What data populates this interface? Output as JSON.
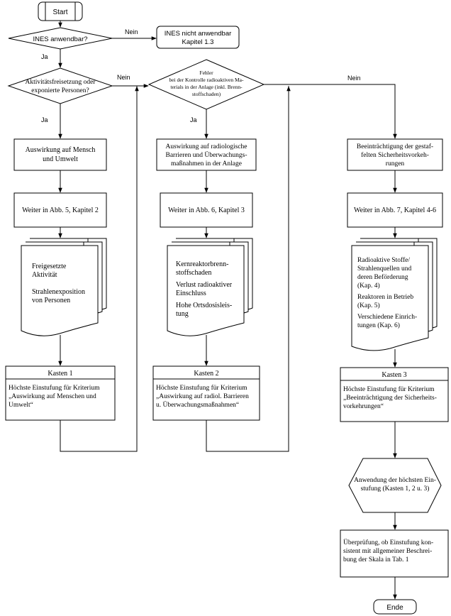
{
  "start": "Start",
  "end": "Ende",
  "d1": {
    "text": "INES anwendbar?",
    "no": "Nein",
    "yes": "Ja"
  },
  "not_applicable": [
    "INES nicht anwendbar",
    "Kapitel 1.3"
  ],
  "d2": {
    "lines": [
      "Aktivitätsfreisetzung  oder",
      "exponierte Personen?"
    ],
    "no": "Nein",
    "yes": "Ja"
  },
  "d3": {
    "lines": [
      "Fehler",
      "bei der Kontrolle radioaktiven Ma-",
      "terials in der Anlage (inkl. Brenn-",
      "stoffschaden)"
    ],
    "yes": "Ja",
    "no": "Nein"
  },
  "col1": {
    "effect": [
      "Auswirkung auf Mensch",
      "und Umwelt"
    ],
    "ref": "Weiter in Abb. 5, Kapitel 2",
    "doc": [
      "Freigesetzte",
      "Aktivität",
      "",
      "Strahlenexposition",
      "von Personen"
    ],
    "kasten_title": "Kasten 1",
    "kasten_body": [
      "Höchste Einstufung für Kriterium",
      "„Auswirkung auf Menschen und",
      "Umwelt“"
    ]
  },
  "col2": {
    "effect": [
      "Auswirkung auf radiologische",
      "Barrieren und Überwachungs-",
      "maßnahmen in der Anlage"
    ],
    "ref": "Weiter in Abb. 6, Kapitel 3",
    "doc": [
      "Kernreaktorbrenn-",
      "stoffschaden",
      "",
      "Verlust   radioaktiver",
      "Einschluss",
      "",
      "Hohe        Ortsdosisleis-",
      "tung"
    ],
    "kasten_title": "Kasten 2",
    "kasten_body": [
      "Höchste Einstufung für Kriterium",
      "„Auswirkung auf radiol. Barrieren",
      "u. Überwachungsmaßnahmen“"
    ]
  },
  "col3": {
    "effect": [
      "Beeinträchtigung der gestaf-",
      "felten Sicherheitsvorkeh-",
      "rungen"
    ],
    "ref": "Weiter in Abb. 7, Kapitel 4-6",
    "doc": [
      "Radioaktive     Stoffe/",
      "Strahlenquellen     und",
      "deren      Beförderung",
      "(Kap. 4)",
      "Reaktoren  in  Betrieb",
      "(Kap. 5)",
      "Verschiedene  Einrich-",
      "tungen (Kap. 6)"
    ],
    "kasten_title": "Kasten 3",
    "kasten_body": [
      "Höchste Einstufung für Kriterium",
      "„Beeinträchtigung der Sicherheits-",
      "vorkehrungen“"
    ]
  },
  "apply": [
    "Anwendung der höchsten Ein-",
    "stufung (Kasten 1, 2 u. 3)"
  ],
  "check": [
    "Überprüfung, ob Einstufung kon-",
    "sistent mit allgemeiner Beschrei-",
    "bung der Skala in Tab. 1"
  ]
}
